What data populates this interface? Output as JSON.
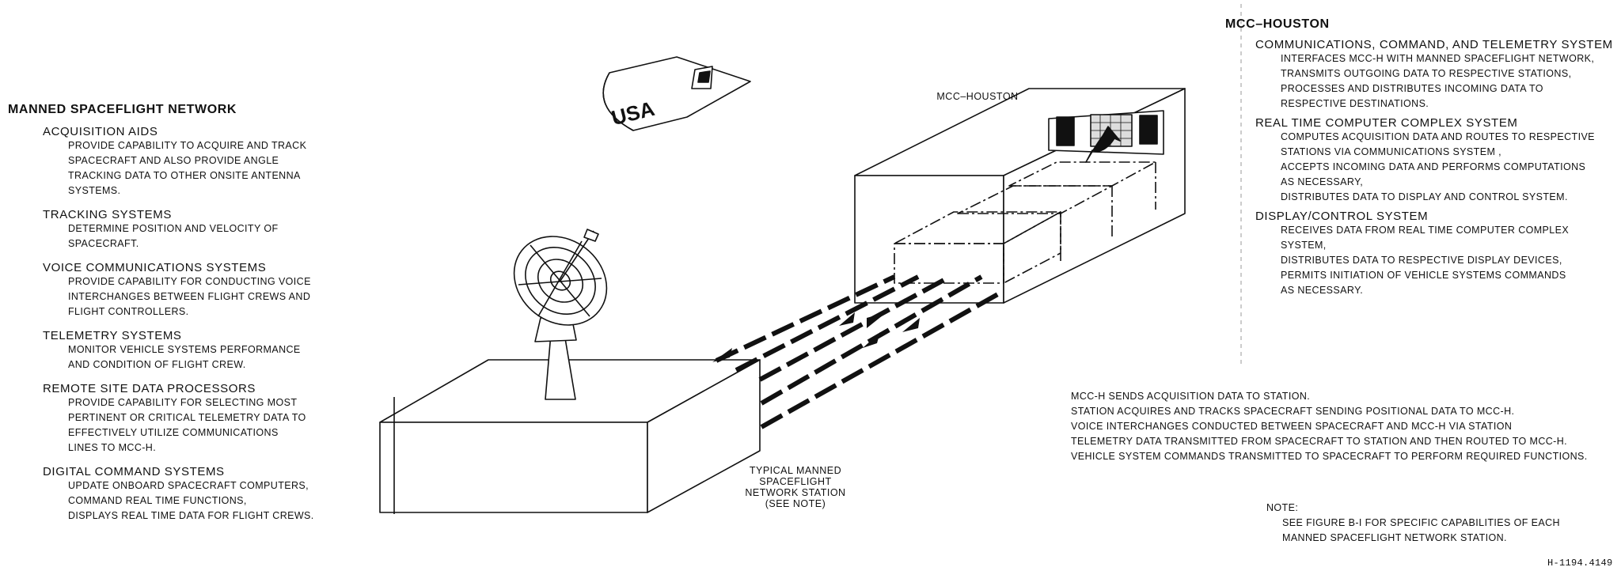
{
  "left_panel": {
    "title": "MANNED SPACEFLIGHT NETWORK",
    "sections": [
      {
        "heading": "ACQUISITION  AIDS",
        "lines": [
          "PROVIDE CAPABILITY TO ACQUIRE AND TRACK",
          "SPACECRAFT AND ALSO PROVIDE ANGLE",
          "TRACKING DATA TO OTHER ONSITE ANTENNA",
          "SYSTEMS."
        ]
      },
      {
        "heading": "TRACKING SYSTEMS",
        "lines": [
          "DETERMINE POSITION AND VELOCITY OF",
          "SPACECRAFT."
        ]
      },
      {
        "heading": "VOICE COMMUNICATIONS  SYSTEMS",
        "lines": [
          "PROVIDE CAPABILITY FOR CONDUCTING  VOICE",
          "INTERCHANGES  BETWEEN FLIGHT CREWS AND",
          "FLIGHT CONTROLLERS."
        ]
      },
      {
        "heading": "TELEMETRY  SYSTEMS",
        "lines": [
          "MONITOR VEHICLE SYSTEMS PERFORMANCE",
          "AND CONDITION OF FLIGHT CREW."
        ]
      },
      {
        "heading": "REMOTE SITE DATA PROCESSORS",
        "lines": [
          "PROVIDE CAPABILITY  FOR SELECTING MOST",
          "PERTINENT OR CRITICAL TELEMETRY  DATA TO",
          "EFFECTIVELY  UTILIZE  COMMUNICATIONS",
          "LINES TO  MCC-H."
        ]
      },
      {
        "heading": "DIGITAL COMMAND SYSTEMS",
        "lines": [
          "UPDATE ONBOARD SPACECRAFT COMPUTERS,",
          "COMMAND REAL TIME FUNCTIONS,",
          "DISPLAYS REAL TIME DATA FOR FLIGHT CREWS."
        ]
      }
    ]
  },
  "right_panel": {
    "title": "MCC–HOUSTON",
    "sections": [
      {
        "heading": "COMMUNICATIONS, COMMAND,  AND  TELEMETRY  SYSTEM",
        "lines": [
          "INTERFACES MCC-H  WITH MANNED SPACEFLIGHT  NETWORK,",
          "TRANSMITS OUTGOING DATA TO RESPECTIVE STATIONS,",
          "PROCESSES  AND DISTRIBUTES INCOMING DATA TO",
          "RESPECTIVE DESTINATIONS."
        ]
      },
      {
        "heading": "REAL TIME COMPUTER COMPLEX SYSTEM",
        "lines": [
          "COMPUTES ACQUISITION DATA  AND ROUTES TO RESPECTIVE",
          "STATIONS VIA COMMUNICATIONS SYSTEM ,",
          "ACCEPTS INCOMING DATA AND PERFORMS COMPUTATIONS",
          "AS NECESSARY,",
          "DISTRIBUTES DATA TO DISPLAY AND CONTROL  SYSTEM."
        ]
      },
      {
        "heading": "DISPLAY/CONTROL SYSTEM",
        "lines": [
          "RECEIVES DATA FROM REAL TIME COMPUTER COMPLEX",
          "SYSTEM,",
          "DISTRIBUTES DATA TO RESPECTIVE DISPLAY DEVICES,",
          "PERMITS INITIATION OF VEHICLE SYSTEMS COMMANDS",
          "AS NECESSARY."
        ]
      }
    ]
  },
  "sequence": [
    "MCC-H SENDS ACQUISITION DATA TO STATION.",
    "STATION ACQUIRES AND TRACKS SPACECRAFT SENDING POSITIONAL DATA  TO  MCC-H.",
    "VOICE INTERCHANGES  CONDUCTED BETWEEN SPACECRAFT AND  MCC-H  VIA STATION",
    "TELEMETRY DATA TRANSMITTED FROM SPACECRAFT TO STATION AND THEN ROUTED TO MCC-H.",
    "VEHICLE SYSTEM COMMANDS TRANSMITTED TO SPACECRAFT TO PERFORM REQUIRED FUNCTIONS."
  ],
  "note": {
    "heading": "NOTE:",
    "lines": [
      "SEE FIGURE B-I FOR SPECIFIC CAPABILITIES OF EACH",
      "MANNED SPACEFLIGHT NETWORK STATION."
    ]
  },
  "figure_id": "H-1194.4149",
  "diagram": {
    "capsule_label": "USA",
    "mcc_label": "MCC–HOUSTON",
    "station_label": [
      "TYPICAL MANNED",
      "SPACEFLIGHT",
      "NETWORK STATION",
      "(SEE NOTE)"
    ]
  }
}
